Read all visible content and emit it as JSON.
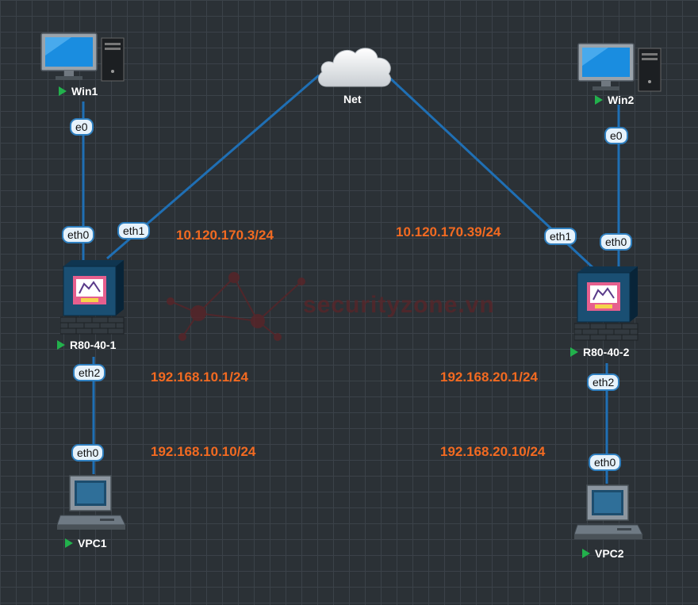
{
  "nodes": {
    "win1": {
      "label": "Win1"
    },
    "win2": {
      "label": "Win2"
    },
    "net": {
      "label": "Net"
    },
    "fw1": {
      "label": "R80-40-1"
    },
    "fw2": {
      "label": "R80-40-2"
    },
    "vpc1": {
      "label": "VPC1"
    },
    "vpc2": {
      "label": "VPC2"
    }
  },
  "ports": {
    "win1_e0": "e0",
    "fw1_eth0": "eth0",
    "fw1_eth1": "eth1",
    "fw1_eth2": "eth2",
    "vpc1_eth0": "eth0",
    "win2_e0": "e0",
    "fw2_eth0": "eth0",
    "fw2_eth1": "eth1",
    "fw2_eth2": "eth2",
    "vpc2_eth0": "eth0"
  },
  "ips": {
    "fw1_wan": "10.120.170.3/24",
    "fw2_wan": "10.120.170.39/24",
    "fw1_lan": "192.168.10.1/24",
    "fw2_lan": "192.168.20.1/24",
    "vpc1": "192.168.10.10/24",
    "vpc2": "192.168.20.10/24"
  },
  "watermark": "securityzone.vn",
  "colors": {
    "background": "#2b3136",
    "grid": "#3b4249",
    "link": "#1f6fb4",
    "ip_text": "#f26a21",
    "running_indicator": "#22b14c"
  }
}
